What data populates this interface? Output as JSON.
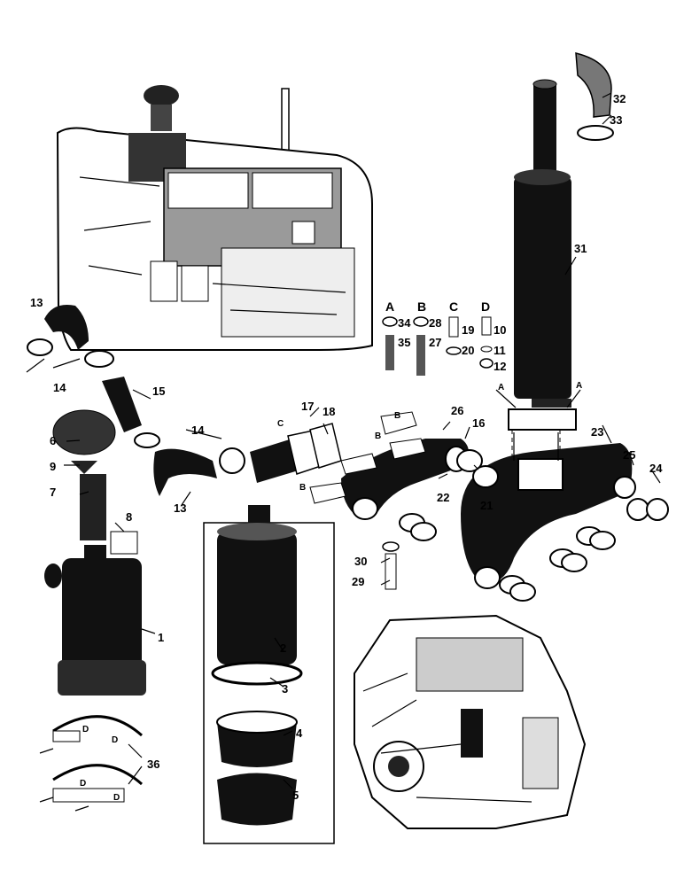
{
  "callouts": {
    "n1": "1",
    "n2": "2",
    "n3": "3",
    "n4": "4",
    "n5": "5",
    "n6": "6",
    "n7": "7",
    "n8": "8",
    "n9": "9",
    "n10": "10",
    "n11": "11",
    "n12": "12",
    "n13a": "13",
    "n13b": "13",
    "n14a": "14",
    "n14b": "14",
    "n15": "15",
    "n16": "16",
    "n17": "17",
    "n18": "18",
    "n19": "19",
    "n20": "20",
    "n21": "21",
    "n22": "22",
    "n23": "23",
    "n24": "24",
    "n25": "25",
    "n26": "26",
    "n27": "27",
    "n28": "28",
    "n29": "29",
    "n30": "30",
    "n31": "31",
    "n32": "32",
    "n33": "33",
    "n34": "34",
    "n35": "35",
    "n36": "36"
  },
  "groups": {
    "A": "A",
    "B": "B",
    "C": "C",
    "D": "D"
  },
  "refs": {
    "a1": "A",
    "a2": "A",
    "b1": "B",
    "b2": "B",
    "b3": "B",
    "c1": "C",
    "d1": "D",
    "d2": "D",
    "d3": "D",
    "d4": "D"
  }
}
